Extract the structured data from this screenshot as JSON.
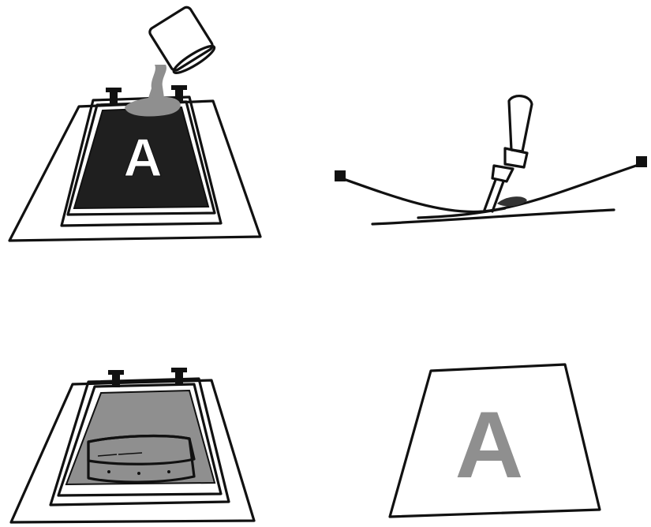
{
  "figure": {
    "panels": [
      {
        "id": "pour-ink",
        "letter": "A"
      },
      {
        "id": "squeegee-pull",
        "letter": ""
      },
      {
        "id": "press-with-block",
        "letter": ""
      },
      {
        "id": "printed-result",
        "letter": "A"
      }
    ]
  },
  "colors": {
    "ink_line": "#111111",
    "screen_dark": "#1f1f1f",
    "ink_gray": "#8f8f8f",
    "paper": "#ffffff"
  }
}
